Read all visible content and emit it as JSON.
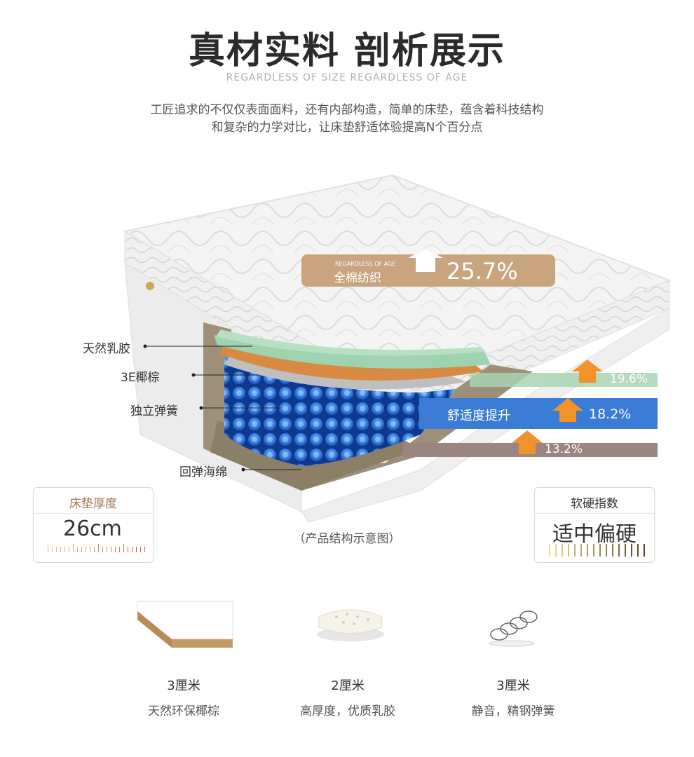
{
  "header": {
    "title": "真材实料 剖析展示",
    "subtitle": "REGARDLESS OF SIZE REGARDLESS OF AGE",
    "desc_line1": "工匠追求的不仅仅表面面料，还有内部构造，简单的床垫，蕴含着科技结构",
    "desc_line2": "和复杂的力学对比，让床垫舒适体验提高N个百分点"
  },
  "top_badge": {
    "small_text": "REGARDLESS OF AGE",
    "label": "全棉纺织",
    "percent": "25.7%"
  },
  "layers": [
    {
      "label": "天然乳胶"
    },
    {
      "label": "3E椰棕"
    },
    {
      "label": "独立弹簧"
    },
    {
      "label": "回弹海绵"
    }
  ],
  "bars": {
    "green_percent": "19.6%",
    "blue_label": "舒适度提升",
    "blue_percent": "18.2%",
    "gray_percent": "13.2%"
  },
  "thickness": {
    "label": "床垫厚度",
    "value": "26cm"
  },
  "hardness": {
    "label": "软硬指数",
    "value": "适中偏硬"
  },
  "caption": "（产品结构示意图）",
  "features": [
    {
      "size": "3厘米",
      "desc": "天然环保椰棕"
    },
    {
      "size": "2厘米",
      "desc": "高厚度，优质乳胶"
    },
    {
      "size": "3厘米",
      "desc": "静音，精钢弹簧"
    }
  ],
  "colors": {
    "accent_brown": "#a07a50",
    "latex_green": "#9fd2ae",
    "coir_orange": "#d98a42",
    "spring_blue": "#3a7bd5",
    "arrow_orange": "#f2922b",
    "gray_bar": "#9a8580"
  }
}
